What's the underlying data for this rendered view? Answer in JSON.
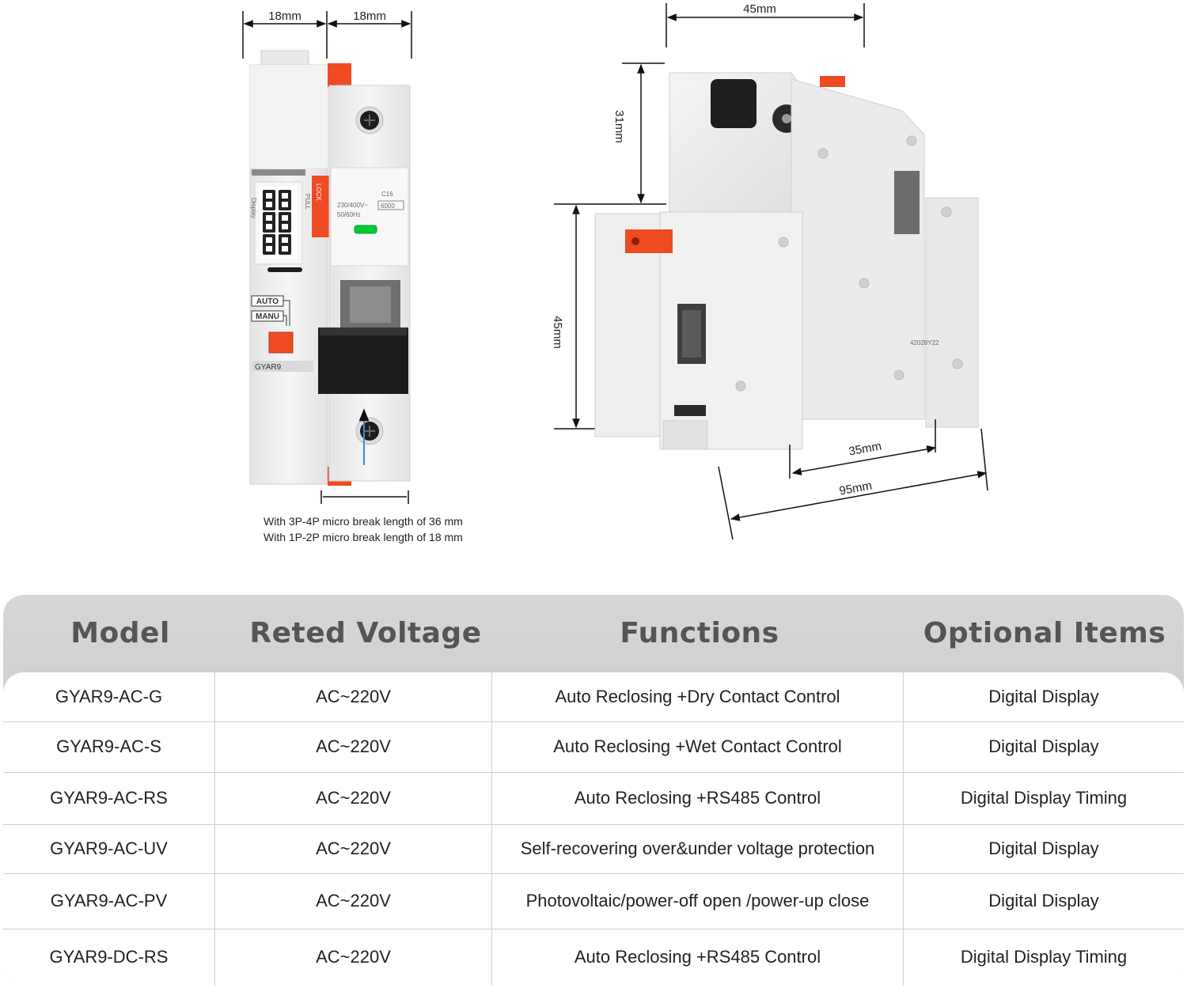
{
  "dimensions": {
    "front_left_width": "18mm",
    "front_right_width": "18mm",
    "side_top_width": "45mm",
    "side_top_height": "31mm",
    "side_body_height": "45mm",
    "side_rail_width": "35mm",
    "side_depth": "95mm"
  },
  "notes": [
    "With 3P-4P micro break length of 36 mm",
    "With 1P-2P micro break length of 18 mm"
  ],
  "device_labels": {
    "display": "Display",
    "pull": "PULL",
    "lock": "LOCK",
    "auto": "AUTO",
    "manu": "MANU",
    "model": "GYAR9",
    "rating": "C16",
    "spec_line1": "230/400V~",
    "spec_line2": "50/60Hz",
    "breaking": "6000",
    "code": "42028Y22"
  },
  "table": {
    "headers": [
      "Model",
      "Reted Voltage",
      "Functions",
      "Optional Items"
    ],
    "rows": [
      {
        "model": "GYAR9-AC-G",
        "voltage": "AC~220V",
        "functions": "Auto Reclosing +Dry Contact Control",
        "optional": "Digital Display"
      },
      {
        "model": "GYAR9-AC-S",
        "voltage": "AC~220V",
        "functions": "Auto Reclosing +Wet Contact Control",
        "optional": "Digital Display"
      },
      {
        "model": "GYAR9-AC-RS",
        "voltage": "AC~220V",
        "functions": "Auto Reclosing +RS485 Control",
        "optional": "Digital Display Timing"
      },
      {
        "model": "GYAR9-AC-UV",
        "voltage": "AC~220V",
        "functions": "Self-recovering over&under voltage protection",
        "optional": "Digital Display"
      },
      {
        "model": "GYAR9-AC-PV",
        "voltage": "AC~220V",
        "functions": "Photovoltaic/power-off open /power-up close",
        "optional": "Digital Display"
      },
      {
        "model": "GYAR9-DC-RS",
        "voltage": "AC~220V",
        "functions": "Auto Reclosing +RS485 Control",
        "optional": "Digital Display Timing"
      }
    ]
  },
  "colors": {
    "accent_orange": "#ef4b23",
    "body_white": "#efefef",
    "handle_black": "#1c1c1c",
    "header_text": "#555555"
  }
}
